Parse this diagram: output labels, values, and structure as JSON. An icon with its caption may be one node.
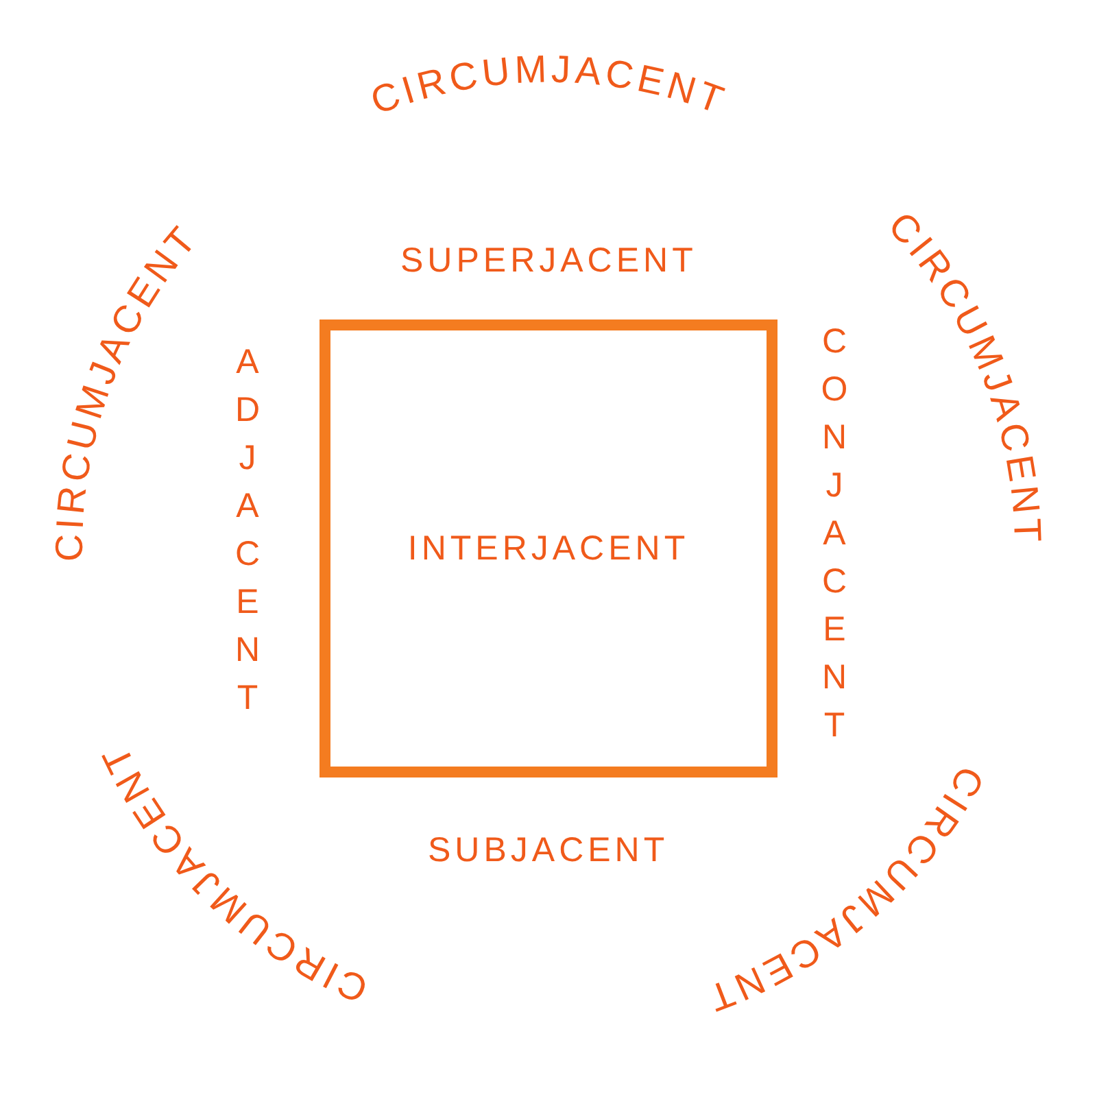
{
  "diagram": {
    "nodes": [
      {
        "text": [
          "INTERJACENT"
        ]
      }
    ],
    "labels": [
      "CIRCUMJACENT",
      "CIRCUMJACENT",
      "CIRCUMJACENT",
      "SUPERJACENT",
      "ADJACENT",
      "CONJACENT",
      "SUBJACENT",
      "CIRCUMJACENT",
      "CIRCUMJACENT"
    ]
  }
}
